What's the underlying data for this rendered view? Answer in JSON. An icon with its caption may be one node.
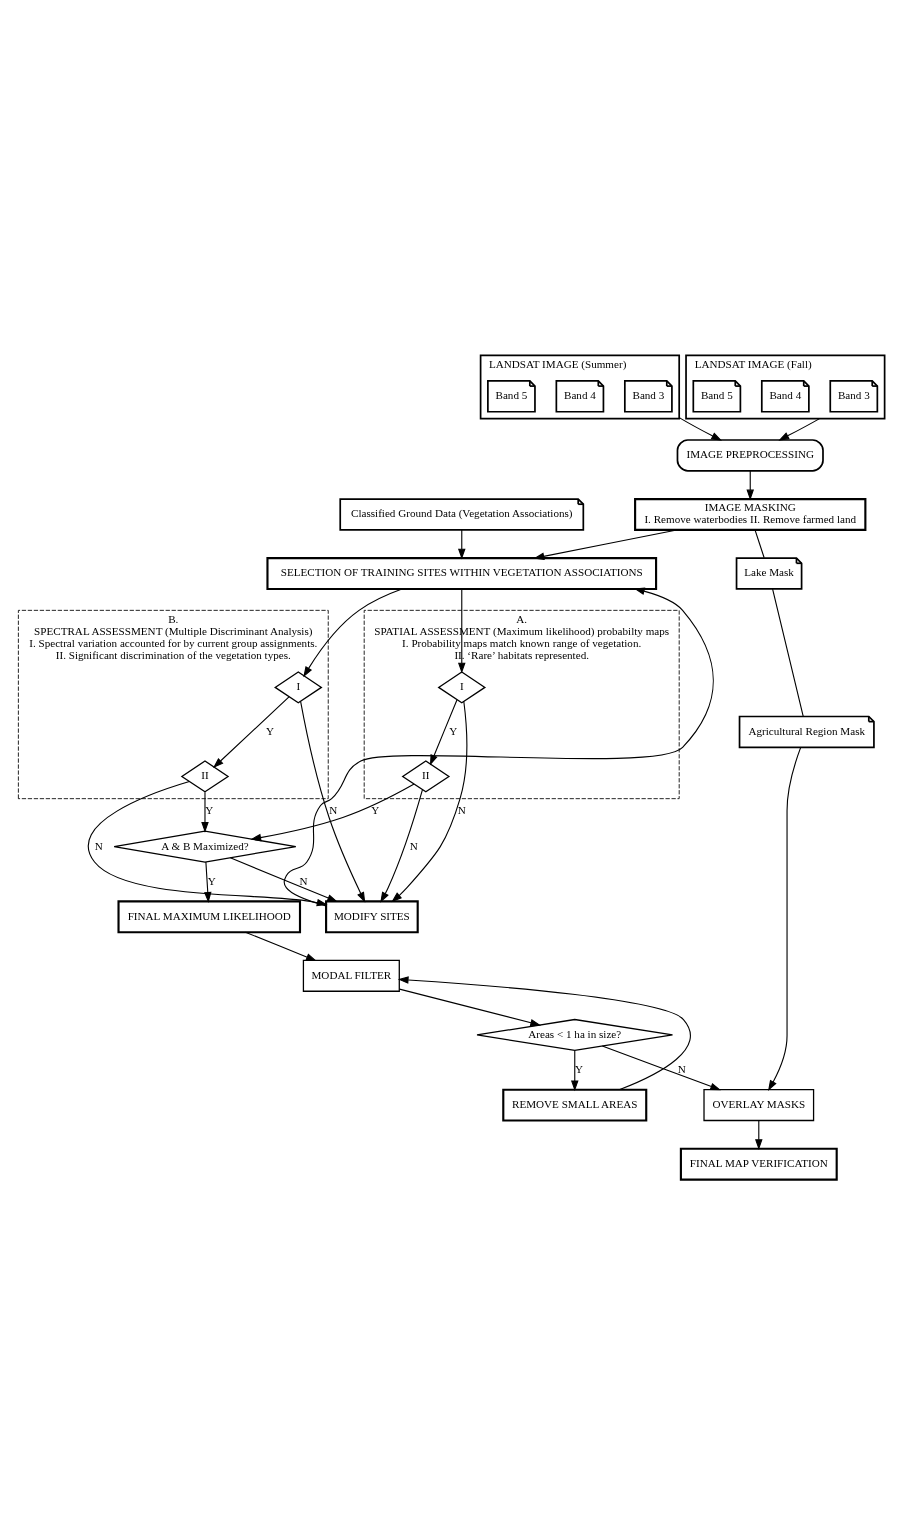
{
  "diagram": {
    "nodes": [
      {
        "text": [
          "LANDSAT IMAGE (Summer)"
        ]
      },
      {
        "text": [
          "Band 3"
        ],
        "in": 0
      },
      {
        "text": [
          "Band 4"
        ],
        "in": 0
      },
      {
        "text": [
          "Band 5"
        ],
        "in": 0
      },
      {
        "text": [
          "IMAGE PREPROCESSING"
        ]
      },
      {
        "text": [
          "LANDSAT IMAGE (Fall)"
        ]
      },
      {
        "text": [
          "Band 3"
        ],
        "in": 5
      },
      {
        "text": [
          "Band 4"
        ],
        "in": 5
      },
      {
        "text": [
          "Band 5"
        ],
        "in": 5
      },
      {
        "text": [
          "IMAGE MASKING",
          "I. Remove waterbodies II. Remove farmed land"
        ]
      },
      {
        "text": [
          "Classified Ground Data (Vegetation Associations)"
        ]
      },
      {
        "text": [
          "SELECTION OF TRAINING SITES WITHIN VEGETATION ASSOCIATIONS"
        ]
      },
      {
        "text": [
          "A.",
          "SPATIAL ASSESSMENT (Maximum likelihood) probabilty maps",
          "I. Probability maps match known range of vegetation.",
          "II. ‘Rare’ habitats represented."
        ]
      },
      {
        "text": [
          "I"
        ],
        "in": 12
      },
      {
        "text": [
          "II"
        ],
        "in": 12
      },
      {
        "text": [
          "MODIFY SITES"
        ]
      },
      {
        "text": [
          "B.",
          "SPECTRAL ASSESSMENT (Multiple Discriminant Analysis)",
          "I. Spectral variation accounted for by current group assignments.",
          "II. Significant discrimination of the vegetation types."
        ]
      },
      {
        "text": [
          "I"
        ],
        "in": 16
      },
      {
        "text": [
          "II"
        ],
        "in": 16
      },
      {
        "text": [
          "A & B Maximized?"
        ]
      },
      {
        "text": [
          "FINAL MAXIMUM LIKELIHOOD"
        ]
      },
      {
        "text": [
          "MODAL FILTER"
        ]
      },
      {
        "text": [
          "Areas < 1 ha in size?"
        ]
      },
      {
        "text": [
          "REMOVE SMALL AREAS"
        ]
      },
      {
        "text": [
          "OVERLAY MASKS"
        ]
      },
      {
        "text": [
          "FINAL MAP VERIFICATION"
        ]
      },
      {
        "text": [
          "Lake Mask"
        ]
      },
      {
        "text": [
          "Agricultural Region Mask"
        ]
      }
    ],
    "edges": [
      {
        "from": 0,
        "to": 4,
        "arrow": "to"
      },
      {
        "from": 5,
        "to": 4,
        "arrow": "to"
      },
      {
        "from": 4,
        "to": 9,
        "arrow": "to"
      },
      {
        "from": 9,
        "to": 11,
        "arrow": "to"
      },
      {
        "from": 10,
        "to": 11,
        "arrow": "to"
      },
      {
        "from": 9,
        "to": 26,
        "arrow": "none"
      },
      {
        "from": 26,
        "to": 27,
        "arrow": "none"
      },
      {
        "from": 27,
        "to": 24,
        "arrow": "to"
      },
      {
        "from": 11,
        "to": 13,
        "arrow": "to"
      },
      {
        "from": 11,
        "to": 17,
        "arrow": "to"
      },
      {
        "from": 13,
        "to": 14,
        "arrow": "to",
        "label": "Y"
      },
      {
        "from": 17,
        "to": 18,
        "arrow": "to",
        "label": "Y"
      },
      {
        "from": 13,
        "to": 15,
        "arrow": "to",
        "label": "N"
      },
      {
        "from": 14,
        "to": 15,
        "arrow": "to",
        "label": "N"
      },
      {
        "from": 17,
        "to": 15,
        "arrow": "to",
        "label": "N"
      },
      {
        "from": 18,
        "to": 15,
        "arrow": "to",
        "label": "N"
      },
      {
        "from": 15,
        "to": 11,
        "arrow": "to"
      },
      {
        "from": 14,
        "to": 19,
        "arrow": "to",
        "label": "Y"
      },
      {
        "from": 18,
        "to": 19,
        "arrow": "to",
        "label": "Y"
      },
      {
        "from": 19,
        "to": 15,
        "arrow": "to",
        "label": "N"
      },
      {
        "from": 19,
        "to": 20,
        "arrow": "to",
        "label": "Y"
      },
      {
        "from": 20,
        "to": 21,
        "arrow": "to"
      },
      {
        "from": 21,
        "to": 22,
        "arrow": "to"
      },
      {
        "from": 22,
        "to": 23,
        "arrow": "to",
        "label": "Y"
      },
      {
        "from": 23,
        "to": 21,
        "arrow": "to"
      },
      {
        "from": 22,
        "to": 24,
        "arrow": "to",
        "label": "N"
      },
      {
        "from": 24,
        "to": 25,
        "arrow": "to"
      }
    ]
  }
}
